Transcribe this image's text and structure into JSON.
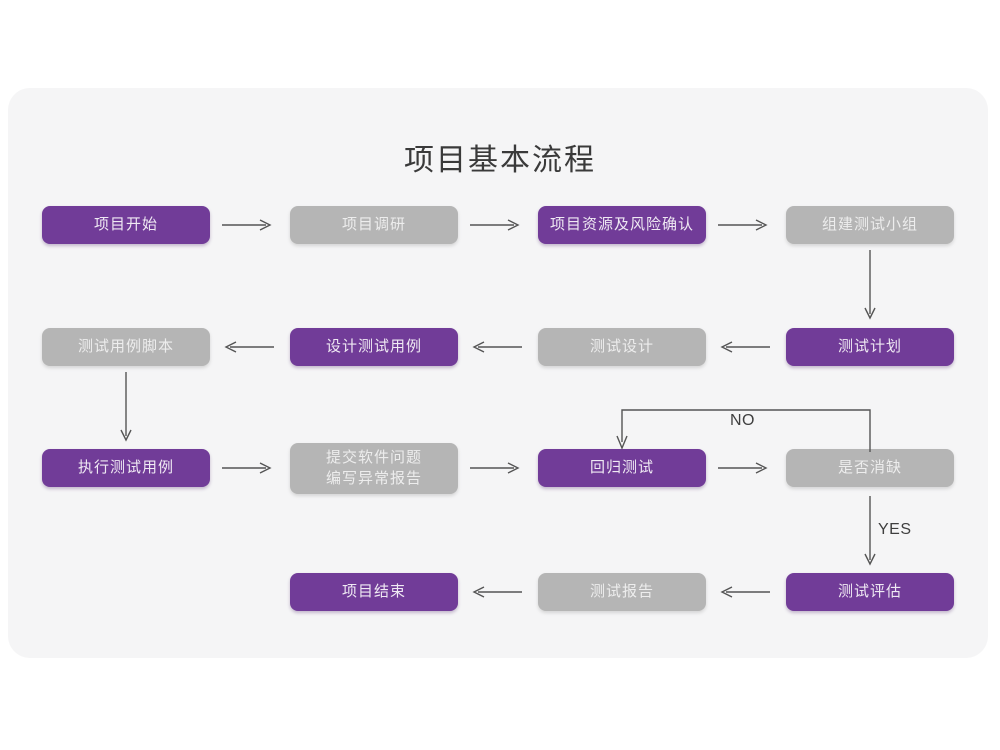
{
  "page": {
    "title": "项目基本流程",
    "background": "#ffffff",
    "canvas_color": "#f5f5f6"
  },
  "colors": {
    "purple": "#713C98",
    "purple_text": "#efe9f3",
    "gray": "#b5b5b5",
    "gray_text": "#ededed",
    "arrow": "#555555",
    "title_text": "#3a3a3a",
    "label_text": "#3f3f3f"
  },
  "flowchart": {
    "type": "diagram",
    "nodes": [
      {
        "id": "n1",
        "label": "项目开始",
        "style": "purple",
        "row": 1,
        "col": 1
      },
      {
        "id": "n2",
        "label": "项目调研",
        "style": "gray",
        "row": 1,
        "col": 2
      },
      {
        "id": "n3",
        "label": "项目资源及风险确认",
        "style": "purple",
        "row": 1,
        "col": 3
      },
      {
        "id": "n4",
        "label": "组建测试小组",
        "style": "gray",
        "row": 1,
        "col": 4
      },
      {
        "id": "n5",
        "label": "测试用例脚本",
        "style": "gray",
        "row": 2,
        "col": 1
      },
      {
        "id": "n6",
        "label": "设计测试用例",
        "style": "purple",
        "row": 2,
        "col": 2
      },
      {
        "id": "n7",
        "label": "测试设计",
        "style": "gray",
        "row": 2,
        "col": 3
      },
      {
        "id": "n8",
        "label": "测试计划",
        "style": "purple",
        "row": 2,
        "col": 4
      },
      {
        "id": "n9",
        "label": "执行测试用例",
        "style": "purple",
        "row": 3,
        "col": 1
      },
      {
        "id": "n10",
        "label_line1": "提交软件问题",
        "label_line2": "编写异常报告",
        "style": "gray",
        "row": 3,
        "col": 2
      },
      {
        "id": "n11",
        "label": "回归测试",
        "style": "purple",
        "row": 3,
        "col": 3
      },
      {
        "id": "n12",
        "label": "是否消缺",
        "style": "gray",
        "row": 3,
        "col": 4
      },
      {
        "id": "n13",
        "label": "项目结束",
        "style": "purple",
        "row": 4,
        "col": 2
      },
      {
        "id": "n14",
        "label": "测试报告",
        "style": "gray",
        "row": 4,
        "col": 3
      },
      {
        "id": "n15",
        "label": "测试评估",
        "style": "purple",
        "row": 4,
        "col": 4
      }
    ],
    "edges": [
      {
        "from": "n1",
        "to": "n2",
        "direction": "right",
        "label": ""
      },
      {
        "from": "n2",
        "to": "n3",
        "direction": "right",
        "label": ""
      },
      {
        "from": "n3",
        "to": "n4",
        "direction": "right",
        "label": ""
      },
      {
        "from": "n4",
        "to": "n8",
        "direction": "down",
        "label": ""
      },
      {
        "from": "n8",
        "to": "n7",
        "direction": "left",
        "label": ""
      },
      {
        "from": "n7",
        "to": "n6",
        "direction": "left",
        "label": ""
      },
      {
        "from": "n6",
        "to": "n5",
        "direction": "left",
        "label": ""
      },
      {
        "from": "n5",
        "to": "n9",
        "direction": "down",
        "label": ""
      },
      {
        "from": "n9",
        "to": "n10",
        "direction": "right",
        "label": ""
      },
      {
        "from": "n10",
        "to": "n11",
        "direction": "right",
        "label": ""
      },
      {
        "from": "n11",
        "to": "n12",
        "direction": "right",
        "label": ""
      },
      {
        "from": "n12",
        "to": "n11",
        "direction": "loop-up-left",
        "label": "NO"
      },
      {
        "from": "n12",
        "to": "n15",
        "direction": "down",
        "label": "YES"
      },
      {
        "from": "n15",
        "to": "n14",
        "direction": "left",
        "label": ""
      },
      {
        "from": "n14",
        "to": "n13",
        "direction": "left",
        "label": ""
      }
    ],
    "edge_labels": {
      "no": "NO",
      "yes": "YES"
    }
  }
}
